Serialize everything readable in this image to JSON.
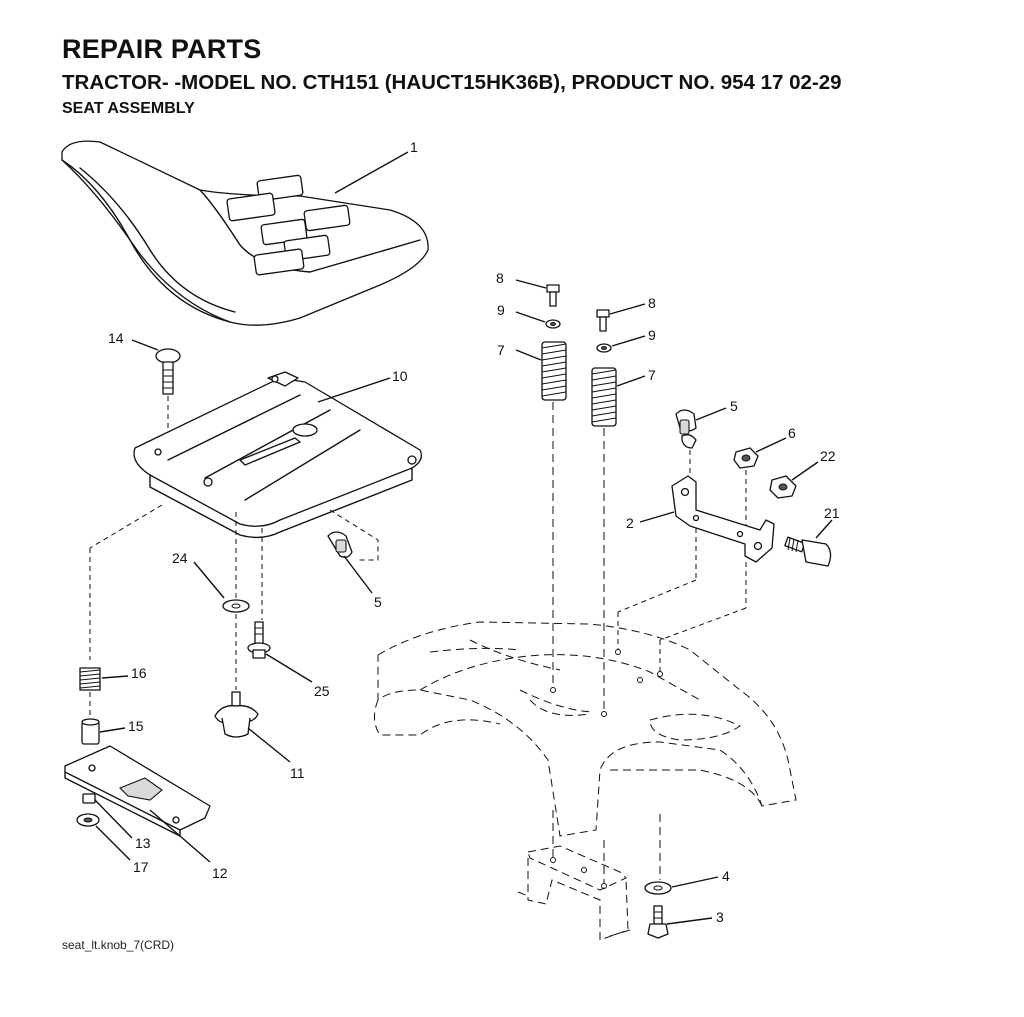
{
  "header": {
    "title": "REPAIR PARTS",
    "subtitle": "TRACTOR- -MODEL NO. CTH151 (HAUCT15HK36B), PRODUCT NO. 954 17 02-29",
    "section": "SEAT ASSEMBLY"
  },
  "footer": {
    "drawing_id": "seat_lt.knob_7(CRD)"
  },
  "callouts": {
    "c1": "1",
    "c2": "2",
    "c3": "3",
    "c4": "4",
    "c5a": "5",
    "c5b": "5",
    "c6": "6",
    "c7a": "7",
    "c7b": "7",
    "c8a": "8",
    "c8b": "8",
    "c9a": "9",
    "c9b": "9",
    "c10": "10",
    "c11": "11",
    "c12": "12",
    "c13": "13",
    "c14": "14",
    "c15": "15",
    "c16": "16",
    "c17": "17",
    "c21": "21",
    "c22": "22",
    "c24": "24",
    "c25": "25"
  }
}
